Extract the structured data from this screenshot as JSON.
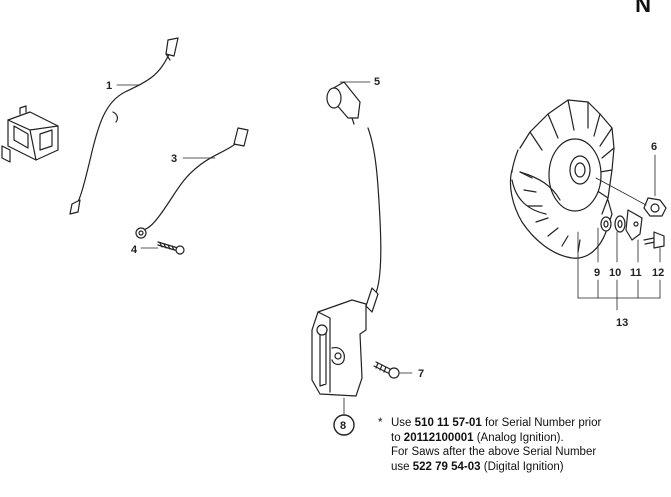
{
  "page_letter": "N",
  "callouts": {
    "c1": "1",
    "c3": "3",
    "c4": "4",
    "c5": "5",
    "c6": "6",
    "c7": "7",
    "c8": "8",
    "c9": "9",
    "c10": "10",
    "c11": "11",
    "c12": "12",
    "c13": "13"
  },
  "note": {
    "star": "*",
    "l1_pre": "Use ",
    "l1_part": "510 11 57-01",
    "l1_post": " for Serial Number prior",
    "l2_pre": "to ",
    "l2_serial": "20112100001",
    "l2_post": " (Analog Ignition).",
    "l3": "For Saws after the above Serial Number",
    "l4_pre": "use ",
    "l4_part": "522 79 54-03",
    "l4_post": " (Digital Ignition)"
  }
}
